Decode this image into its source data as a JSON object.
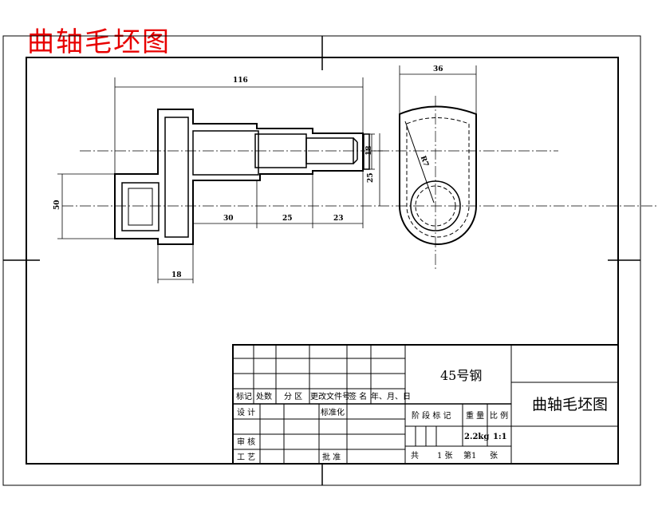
{
  "header": {
    "title": "曲轴毛坯图",
    "title_color": "#e80000"
  },
  "dimensions": {
    "overall_length": "116",
    "width_top": "36",
    "flange_height": "50",
    "flange_width": "18",
    "seg_1": "30",
    "seg_2": "25",
    "seg_3": "23",
    "end_small": "18",
    "end_dia": "25",
    "radius": "R7"
  },
  "title_block": {
    "material": "45号钢",
    "part_name": "曲轴毛坯图",
    "headers": {
      "mark": "标记",
      "count": "处数",
      "zone": "分 区",
      "change_doc": "更改文件号",
      "sign": "签 名",
      "date": "年、月、日"
    },
    "roles": {
      "design": "设 计",
      "standardize": "标准化",
      "review": "审 核",
      "process": "工 艺",
      "approve": "批 准"
    },
    "props": {
      "stage_mark": "阶 段 标 记",
      "weight": "重 量",
      "scale": "比 例",
      "weight_value": "2.2kg",
      "scale_value": "1:1"
    },
    "sheet": {
      "total": "共",
      "total_num": "1 张",
      "page": "第1",
      "page_unit": "张"
    }
  }
}
